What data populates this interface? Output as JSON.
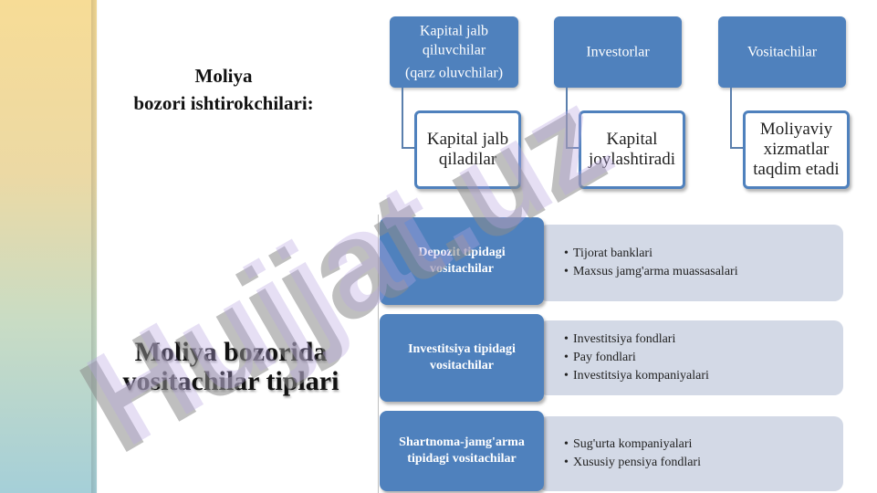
{
  "watermark": "Hujjat.uz",
  "participants": {
    "title_line1": "Moliya",
    "title_line2": "bozori ishtirokchilari:",
    "columns": [
      {
        "header_line1": "Kapital jalb",
        "header_line2": "qiluvchilar",
        "header_line3": "(qarz oluvchilar)",
        "detail_line1": "Kapital jalb",
        "detail_line2": "qiladilar"
      },
      {
        "header_line1": "Investorlar",
        "detail_line1": "Kapital",
        "detail_line2": "joylashtiradi"
      },
      {
        "header_line1": "Vositachilar",
        "detail_line1": "Moliyaviy",
        "detail_line2": "xizmatlar",
        "detail_line3": "taqdim etadi"
      }
    ]
  },
  "intermediaries": {
    "title_line1": "Moliya bozorida",
    "title_line2": "vositachilar tiplari",
    "types": [
      {
        "name_line1": "Depozit tipidagi",
        "name_line2": "vositachilar",
        "items": [
          "Tijorat banklari",
          "Maxsus jamg'arma muassasalari"
        ]
      },
      {
        "name_line1": "Investitsiya tipidagi",
        "name_line2": "vositachilar",
        "items": [
          "Investitsiya  fondlari",
          "Pay fondlari",
          "Investitsiya  kompaniyalari"
        ]
      },
      {
        "name_line1": "Shartnoma-jamg'arma",
        "name_line2": "tipidagi vositachilar",
        "items": [
          "Sug'urta kompaniyalari",
          "Xususiy pensiya fondlari"
        ]
      }
    ]
  },
  "colors": {
    "accent": "#4f81bd",
    "panel": "#d3d9e6",
    "watermark_gray": "#8c8c8c",
    "watermark_violet": "#b8a6e2"
  }
}
